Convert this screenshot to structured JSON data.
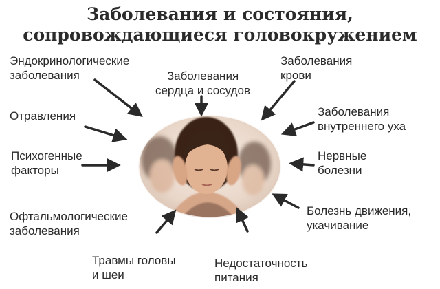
{
  "title": {
    "line1": "Заболевания и состояния,",
    "line2": "сопровождающиеся головокружением"
  },
  "causes": {
    "endocrine": {
      "line1": "Эндокринологические",
      "line2": "заболевания"
    },
    "heart": {
      "line1": "Заболевания",
      "line2": "сердца и сосудов"
    },
    "blood": {
      "line1": "Заболевания",
      "line2": "крови"
    },
    "poisoning": {
      "line1": "Отравления"
    },
    "inner_ear": {
      "line1": "Заболевания",
      "line2": "внутреннего уха"
    },
    "psychogenic": {
      "line1": "Психогенные",
      "line2": "факторы"
    },
    "nervous": {
      "line1": "Нервные",
      "line2": "болезни"
    },
    "ophthalmic": {
      "line1": "Офтальмологические",
      "line2": "заболевания"
    },
    "motion": {
      "line1": "Болезнь движения,",
      "line2": "укачивание"
    },
    "trauma": {
      "line1": "Травмы головы",
      "line2": "и шеи"
    },
    "nutrition": {
      "line1": "Недостаточность",
      "line2": "питания"
    }
  },
  "colors": {
    "arrow": "#2a2a2a",
    "text": "#2a2a2a",
    "hair": "#3a2418",
    "skin": "#e2b392"
  },
  "icons": {
    "arrow": "arrow-icon",
    "photo": "dizzy-woman-photo"
  }
}
